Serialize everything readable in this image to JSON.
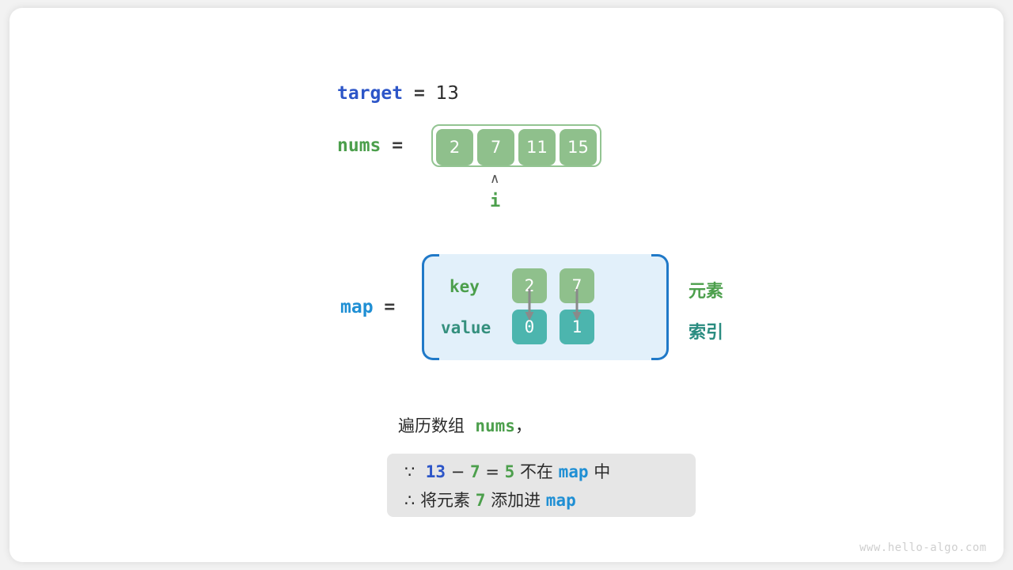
{
  "diagram": {
    "title": "two-sum hash map walkthrough",
    "watermark": "www.hello-algo.com"
  },
  "colors": {
    "array_cell": "#8fc08c",
    "array_border": "#93c492",
    "map_fill": "#e2f0fa",
    "map_bracket": "#2079c8",
    "value_cell": "#4cb5ae",
    "var_blue": "#2d56c8",
    "map_blue": "#1f8fd4",
    "green": "#4c9f4c",
    "teal": "#2a8c80",
    "note_bg": "#e6e6e6",
    "arrow_gray": "#8a8a8a"
  },
  "target": {
    "name": "target",
    "equals": "=",
    "value": "13"
  },
  "nums": {
    "name": "nums",
    "equals": "=",
    "cells": [
      "2",
      "7",
      "11",
      "15"
    ],
    "pointer": {
      "caret": "∧",
      "label": "i",
      "index": 1
    }
  },
  "map": {
    "name": "map",
    "equals": "=",
    "key_label": "key",
    "value_label": "value",
    "entries": [
      {
        "key": "2",
        "value": "0"
      },
      {
        "key": "7",
        "value": "1"
      }
    ],
    "legend": {
      "element": "元素",
      "index": "索引"
    }
  },
  "caption": {
    "prefix": "遍历数组",
    "keyword": "nums",
    "suffix": "，"
  },
  "note": {
    "line1": {
      "symbol": "∵",
      "a": "13",
      "minus": "−",
      "b": "7",
      "eq": "=",
      "result": "5",
      "text_mid": "不在",
      "map": "map",
      "text_end": "中"
    },
    "line2": {
      "symbol": "∴",
      "text_start": "将元素",
      "element": "7",
      "text_mid": "添加进",
      "map": "map"
    }
  }
}
